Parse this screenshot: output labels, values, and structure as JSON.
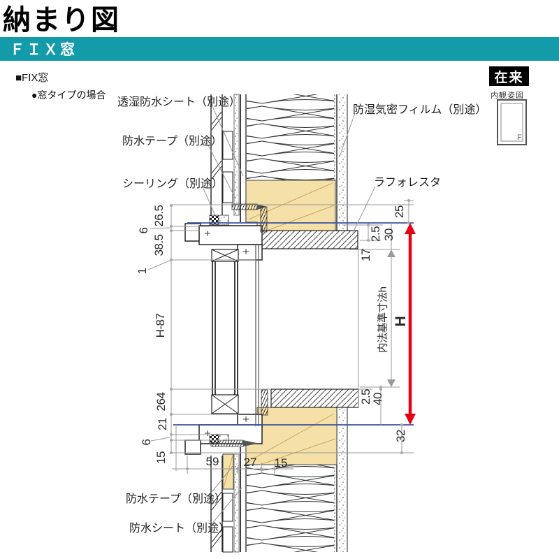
{
  "page": {
    "title": "納まり図"
  },
  "section_bar": {
    "label": "ＦＩＸ窓",
    "color": "#149BAA"
  },
  "subheadings": {
    "window_type": "■FIX窓",
    "case": "●窓タイプの場合"
  },
  "construction_badge": {
    "label": "在来"
  },
  "inner_view": {
    "caption": "内観姿図",
    "glyph": "F"
  },
  "callouts": {
    "moisture_sheet_top": "透湿防水シート（別途）",
    "water_tape_top": "防水テープ（別途）",
    "sealing": "シーリング（別途）",
    "vapor_film": "防湿気密フィルム（別途）",
    "laforesta": "ラフォレスタ",
    "water_tape_bottom": "防水テープ（別途）",
    "water_sheet_bottom": "防水シート（別途）"
  },
  "dimensions": {
    "left_top": [
      "26.5",
      "6",
      "38.5",
      "1"
    ],
    "glass_height": "H-87",
    "left_bottom": [
      "264",
      "21",
      "6",
      "15"
    ],
    "right_top": [
      "25",
      "2.5",
      "30",
      "17"
    ],
    "inner_height_label": "内法基準寸法h",
    "overall_height": "H",
    "right_bottom": [
      "2.5",
      "40",
      "32"
    ],
    "bottom_horizontal": [
      "59",
      "27",
      "15"
    ]
  },
  "colors": {
    "accent_teal": "#149BAA",
    "wood_fill": "#F5E0A8",
    "reference_blue": "#3D52A0",
    "arrow_red": "#E60012"
  }
}
